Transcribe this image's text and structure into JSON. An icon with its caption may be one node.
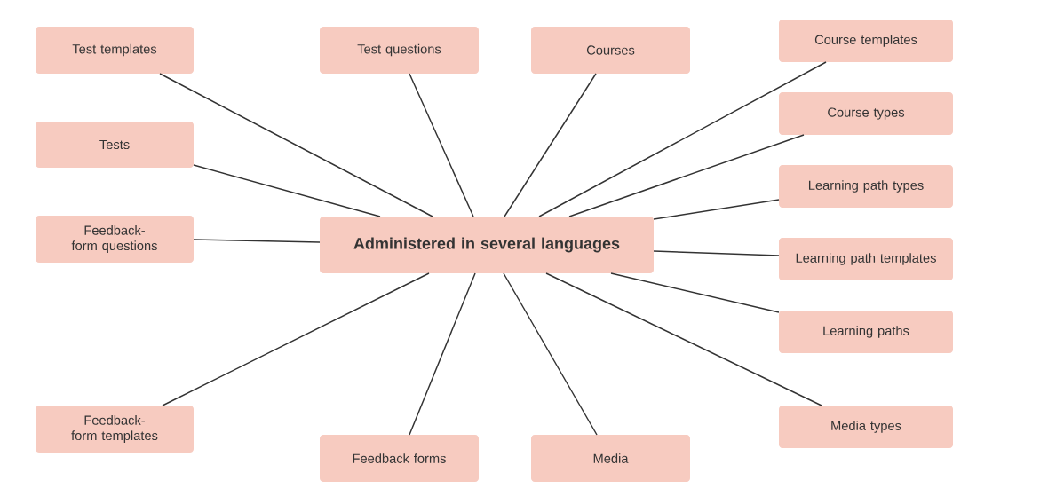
{
  "diagram": {
    "nodes": [
      {
        "text": [
          "Administered in several languages"
        ]
      },
      {
        "text": [
          "Test templates"
        ]
      },
      {
        "text": [
          "Test questions"
        ]
      },
      {
        "text": [
          "Courses"
        ]
      },
      {
        "text": [
          "Course templates"
        ]
      },
      {
        "text": [
          "Course types"
        ]
      },
      {
        "text": [
          "Learning path types"
        ]
      },
      {
        "text": [
          "Learning path templates"
        ]
      },
      {
        "text": [
          "Learning paths"
        ]
      },
      {
        "text": [
          "Media types"
        ]
      },
      {
        "text": [
          "Tests"
        ]
      },
      {
        "text": [
          "Feedback-form questions"
        ]
      },
      {
        "text": [
          "Feedback-form templates"
        ]
      },
      {
        "text": [
          "Feedback forms"
        ]
      },
      {
        "text": [
          "Media"
        ]
      }
    ],
    "edges": [
      {
        "from": 1,
        "to": 0,
        "arrow": "none"
      },
      {
        "from": 2,
        "to": 0,
        "arrow": "none"
      },
      {
        "from": 3,
        "to": 0,
        "arrow": "none"
      },
      {
        "from": 4,
        "to": 0,
        "arrow": "none"
      },
      {
        "from": 5,
        "to": 0,
        "arrow": "none"
      },
      {
        "from": 6,
        "to": 0,
        "arrow": "none"
      },
      {
        "from": 7,
        "to": 0,
        "arrow": "none"
      },
      {
        "from": 8,
        "to": 0,
        "arrow": "none"
      },
      {
        "from": 9,
        "to": 0,
        "arrow": "none"
      },
      {
        "from": 10,
        "to": 0,
        "arrow": "none"
      },
      {
        "from": 11,
        "to": 0,
        "arrow": "none"
      },
      {
        "from": 12,
        "to": 0,
        "arrow": "none"
      },
      {
        "from": 13,
        "to": 0,
        "arrow": "none"
      },
      {
        "from": 14,
        "to": 0,
        "arrow": "none"
      }
    ]
  }
}
